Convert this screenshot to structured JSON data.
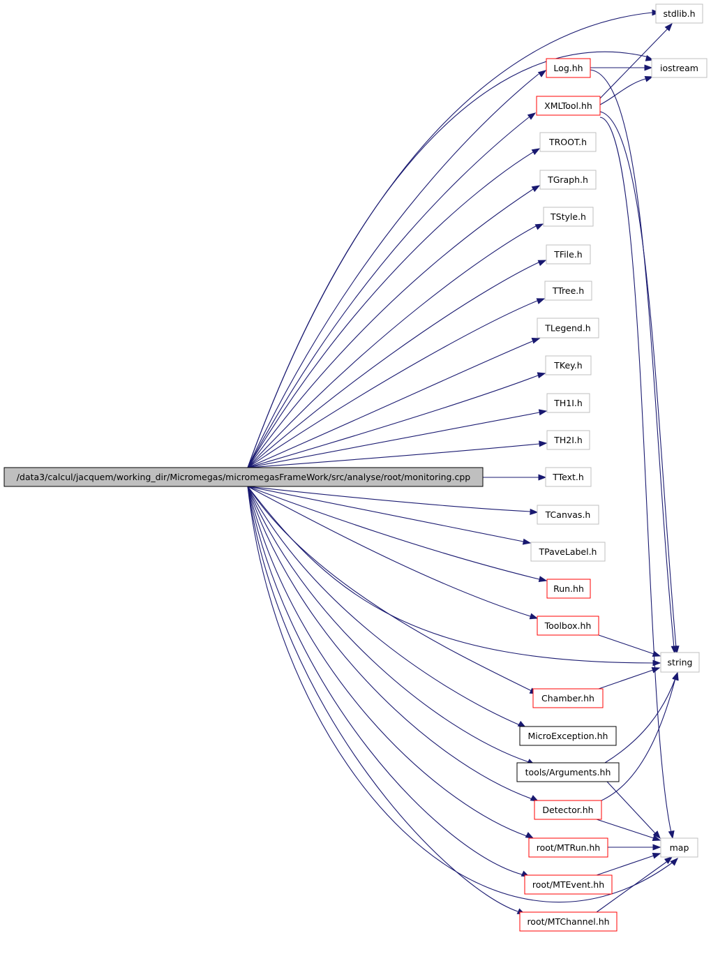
{
  "diagram": {
    "type": "include-dependency-graph",
    "nodes": [
      {
        "id": "root",
        "label": "/data3/calcul/jacquem/working_dir/Micromegas/micromegasFrameWork/src/analyse/root/monitoring.cpp",
        "style": "root"
      },
      {
        "id": "stdlib",
        "label": "stdlib.h",
        "style": "plain"
      },
      {
        "id": "iostream",
        "label": "iostream",
        "style": "plain"
      },
      {
        "id": "log",
        "label": "Log.hh",
        "style": "red"
      },
      {
        "id": "xmltool",
        "label": "XMLTool.hh",
        "style": "red"
      },
      {
        "id": "troot",
        "label": "TROOT.h",
        "style": "plain"
      },
      {
        "id": "tgraph",
        "label": "TGraph.h",
        "style": "plain"
      },
      {
        "id": "tstyle",
        "label": "TStyle.h",
        "style": "plain"
      },
      {
        "id": "tfile",
        "label": "TFile.h",
        "style": "plain"
      },
      {
        "id": "ttree",
        "label": "TTree.h",
        "style": "plain"
      },
      {
        "id": "tlegend",
        "label": "TLegend.h",
        "style": "plain"
      },
      {
        "id": "tkey",
        "label": "TKey.h",
        "style": "plain"
      },
      {
        "id": "th1i",
        "label": "TH1I.h",
        "style": "plain"
      },
      {
        "id": "th2i",
        "label": "TH2I.h",
        "style": "plain"
      },
      {
        "id": "ttext",
        "label": "TText.h",
        "style": "plain"
      },
      {
        "id": "tcanvas",
        "label": "TCanvas.h",
        "style": "plain"
      },
      {
        "id": "tpavelabel",
        "label": "TPaveLabel.h",
        "style": "plain"
      },
      {
        "id": "run",
        "label": "Run.hh",
        "style": "red"
      },
      {
        "id": "toolbox",
        "label": "Toolbox.hh",
        "style": "red"
      },
      {
        "id": "string",
        "label": "string",
        "style": "plain"
      },
      {
        "id": "chamber",
        "label": "Chamber.hh",
        "style": "red"
      },
      {
        "id": "microexception",
        "label": "MicroException.hh",
        "style": "black"
      },
      {
        "id": "arguments",
        "label": "tools/Arguments.hh",
        "style": "black"
      },
      {
        "id": "detector",
        "label": "Detector.hh",
        "style": "red"
      },
      {
        "id": "map",
        "label": "map",
        "style": "plain"
      },
      {
        "id": "mtrun",
        "label": "root/MTRun.hh",
        "style": "red"
      },
      {
        "id": "mtevent",
        "label": "root/MTEvent.hh",
        "style": "red"
      },
      {
        "id": "mtchannel",
        "label": "root/MTChannel.hh",
        "style": "red"
      }
    ],
    "edges": [
      [
        "root",
        "stdlib"
      ],
      [
        "root",
        "iostream"
      ],
      [
        "root",
        "log"
      ],
      [
        "root",
        "xmltool"
      ],
      [
        "root",
        "troot"
      ],
      [
        "root",
        "tgraph"
      ],
      [
        "root",
        "tstyle"
      ],
      [
        "root",
        "tfile"
      ],
      [
        "root",
        "ttree"
      ],
      [
        "root",
        "tlegend"
      ],
      [
        "root",
        "tkey"
      ],
      [
        "root",
        "th1i"
      ],
      [
        "root",
        "th2i"
      ],
      [
        "root",
        "ttext"
      ],
      [
        "root",
        "tcanvas"
      ],
      [
        "root",
        "tpavelabel"
      ],
      [
        "root",
        "run"
      ],
      [
        "root",
        "toolbox"
      ],
      [
        "root",
        "string"
      ],
      [
        "root",
        "chamber"
      ],
      [
        "root",
        "microexception"
      ],
      [
        "root",
        "arguments"
      ],
      [
        "root",
        "detector"
      ],
      [
        "root",
        "mtrun"
      ],
      [
        "root",
        "mtevent"
      ],
      [
        "root",
        "mtchannel"
      ],
      [
        "root",
        "map"
      ],
      [
        "log",
        "iostream"
      ],
      [
        "log",
        "string"
      ],
      [
        "xmltool",
        "stdlib"
      ],
      [
        "xmltool",
        "iostream"
      ],
      [
        "xmltool",
        "string"
      ],
      [
        "xmltool",
        "map"
      ],
      [
        "toolbox",
        "string"
      ],
      [
        "chamber",
        "string"
      ],
      [
        "arguments",
        "string"
      ],
      [
        "arguments",
        "map"
      ],
      [
        "detector",
        "string"
      ],
      [
        "detector",
        "map"
      ],
      [
        "mtrun",
        "map"
      ],
      [
        "mtevent",
        "map"
      ],
      [
        "mtchannel",
        "map"
      ]
    ],
    "colors": {
      "edge": "#191970",
      "root_fill": "#bfbfbf",
      "red_border": "#ff0000",
      "plain_border": "#bfbfbf",
      "black_border": "#000000"
    }
  }
}
